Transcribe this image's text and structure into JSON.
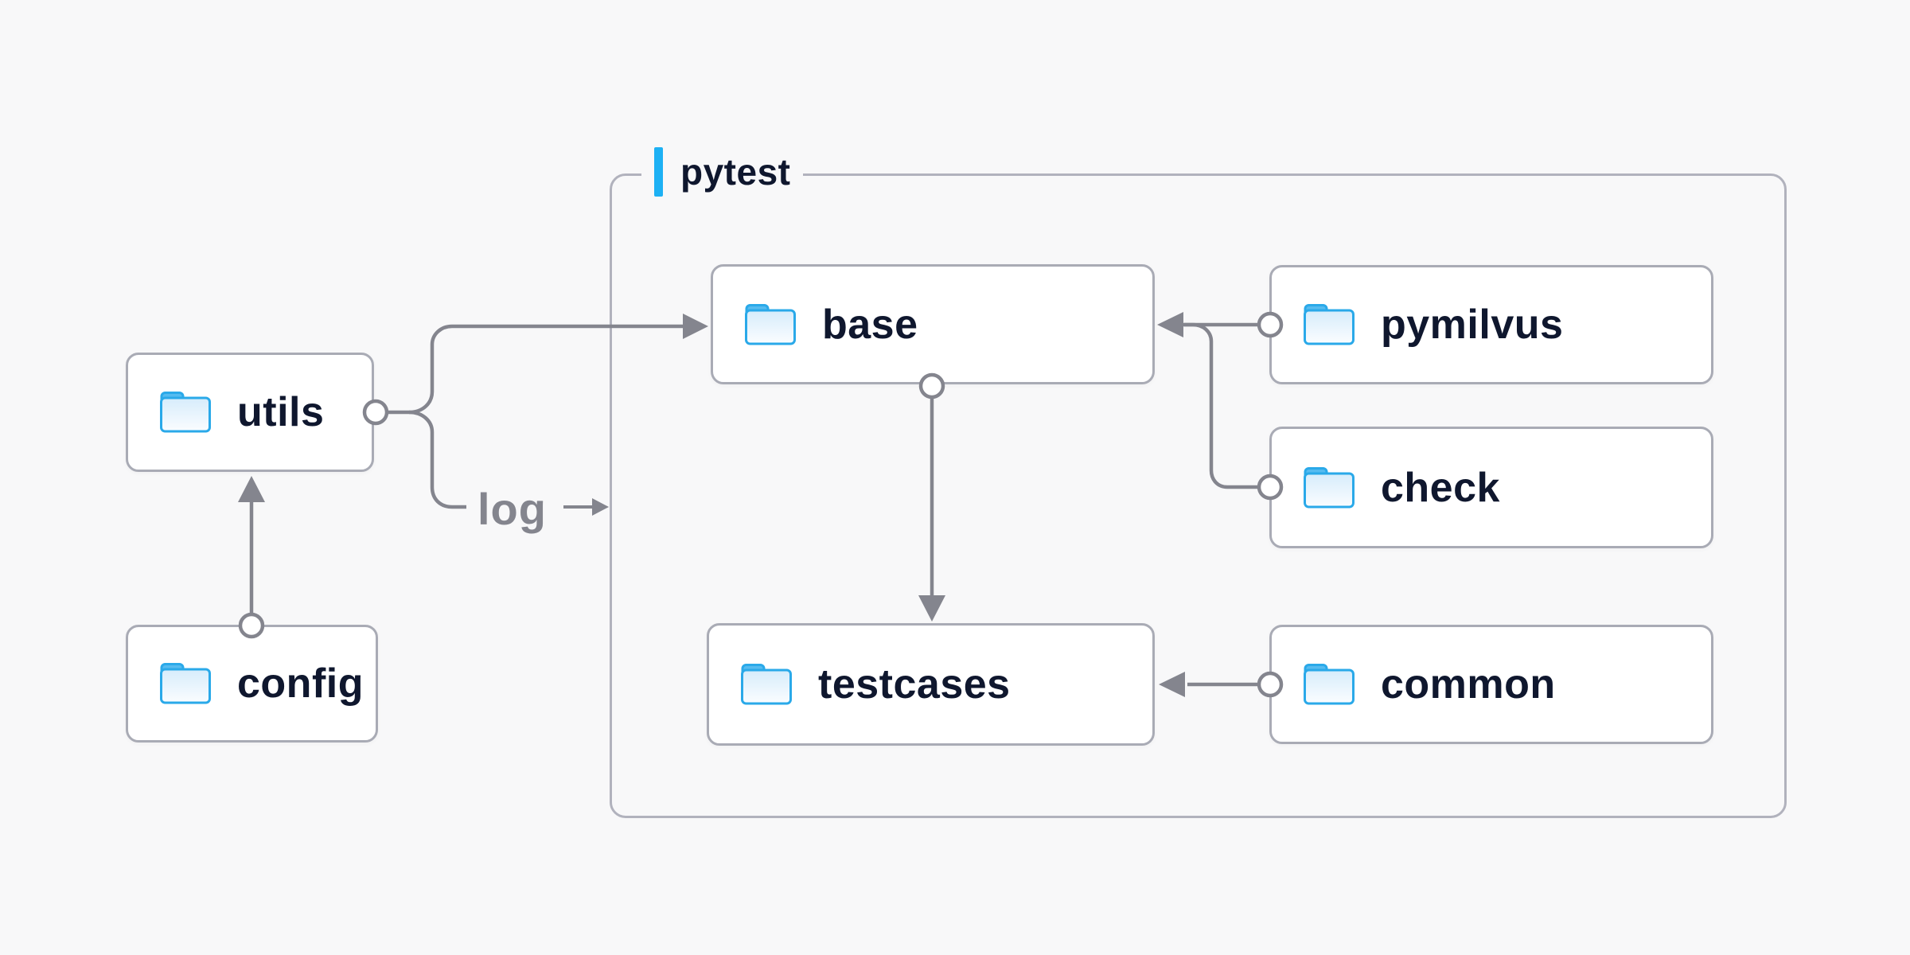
{
  "container": {
    "label": "pytest"
  },
  "nodes": [
    {
      "id": "utils",
      "label": "utils"
    },
    {
      "id": "config",
      "label": "config"
    },
    {
      "id": "base",
      "label": "base"
    },
    {
      "id": "pymilvus",
      "label": "pymilvus"
    },
    {
      "id": "check",
      "label": "check"
    },
    {
      "id": "testcases",
      "label": "testcases"
    },
    {
      "id": "common",
      "label": "common"
    }
  ],
  "edges": [
    {
      "from": "utils",
      "to": "base"
    },
    {
      "from": "utils",
      "to": "log",
      "label": "log"
    },
    {
      "from": "config",
      "to": "utils"
    },
    {
      "from": "base",
      "to": "testcases"
    },
    {
      "from": "pymilvus",
      "to": "base"
    },
    {
      "from": "check",
      "to": "base"
    },
    {
      "from": "common",
      "to": "testcases"
    }
  ],
  "edge_label": "log",
  "colors": {
    "background": "#f8f8f9",
    "node_fill": "#ffffff",
    "node_border": "#a9abb5",
    "group_border": "#b1b2bd",
    "text": "#0f172e",
    "line": "#84858e",
    "accent_blue": "#1db1f4",
    "folder_border": "#2aa9e9",
    "folder_tab": "#55bbf0",
    "folder_fill_top": "#d6ecfb",
    "folder_fill_bottom": "#fbfdff"
  }
}
